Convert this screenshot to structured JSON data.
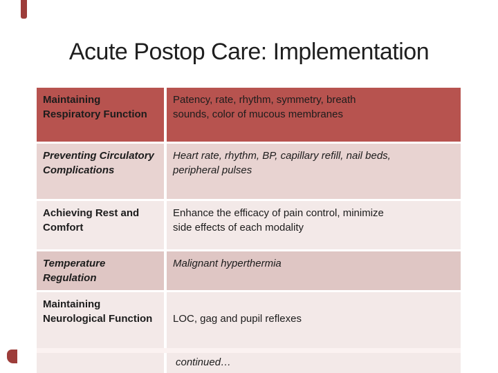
{
  "slide": {
    "title": "Acute Postop Care: Implementation",
    "table": {
      "rows": [
        {
          "label": "Maintaining\nRespiratory Function",
          "content": "Patency, rate, rhythm, symmetry, breath\nsounds, color of mucous membranes"
        },
        {
          "label": "Preventing Circulatory\nComplications",
          "content": "Heart rate, rhythm, BP, capillary refill, nail beds,\nperipheral pulses"
        },
        {
          "label": "Achieving Rest and\nComfort",
          "content": "Enhance the efficacy of pain control, minimize\nside effects of each modality"
        },
        {
          "label": "Temperature\nRegulation",
          "content": "Malignant hyperthermia"
        },
        {
          "label": "Maintaining\nNeurological Function",
          "content": "LOC, gag and pupil reflexes",
          "note": "continued…"
        }
      ]
    },
    "colors": {
      "header_row_red": "#b7534f",
      "band_medium_pink": "#e8d3d1",
      "band_light_pink": "#f3e9e8",
      "band_medium_alt": "#dfc6c4",
      "frame_accent_maroon": "#9d3d3a",
      "text": "#1c1c1c"
    }
  }
}
